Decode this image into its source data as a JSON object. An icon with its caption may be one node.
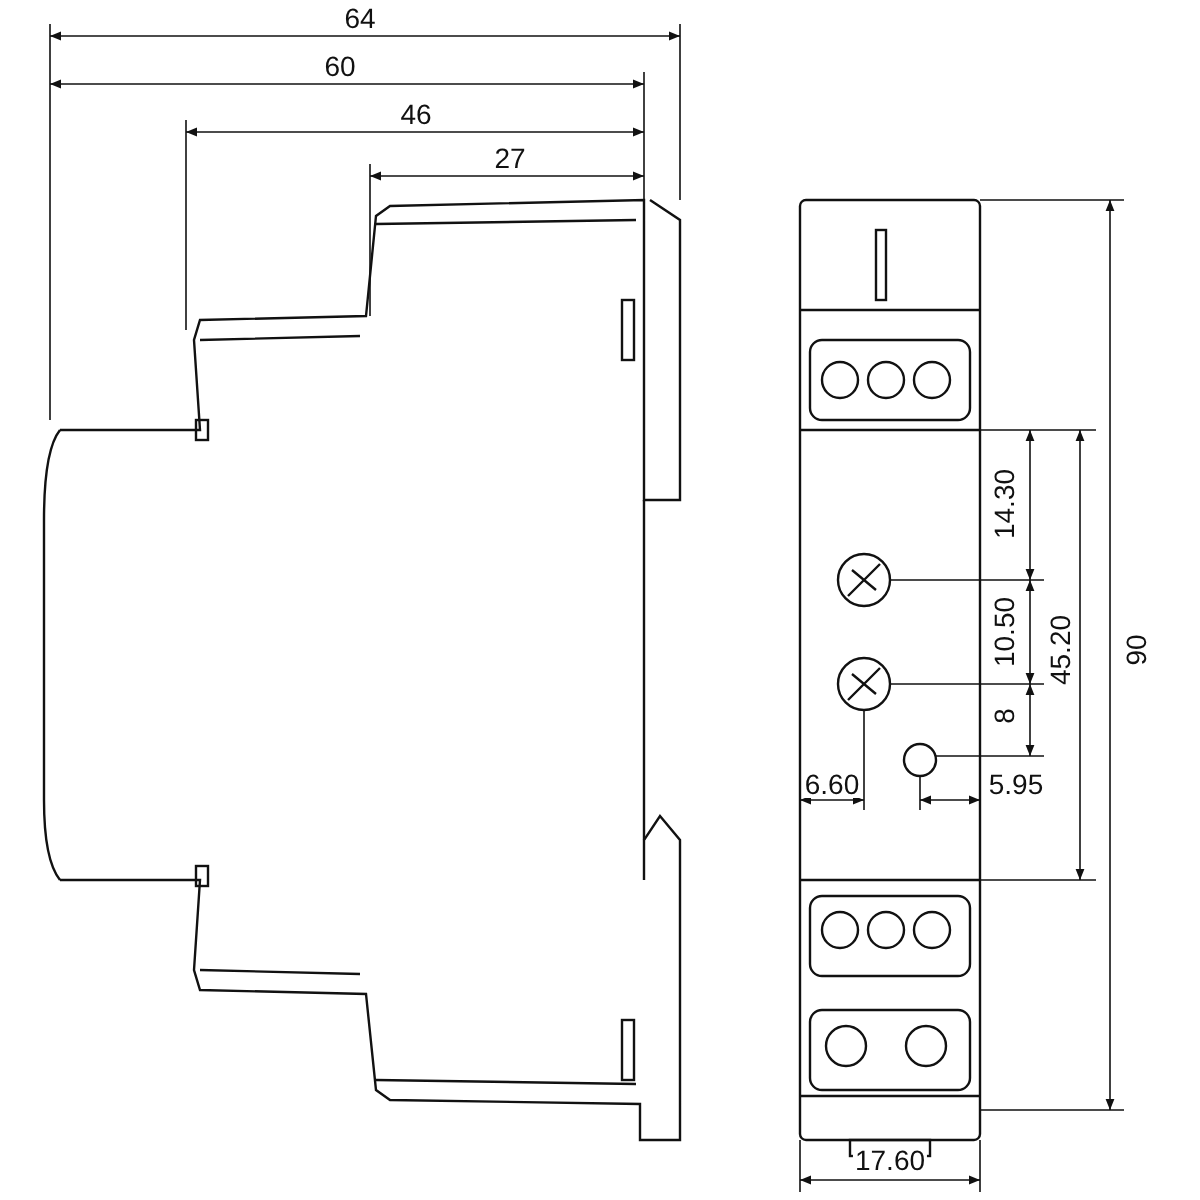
{
  "diagram": {
    "labels": [
      "64",
      "60",
      "46",
      "27",
      "14.30",
      "10.50",
      "45.20",
      "90",
      "8",
      "6.60",
      "5.95",
      "17.60"
    ]
  }
}
